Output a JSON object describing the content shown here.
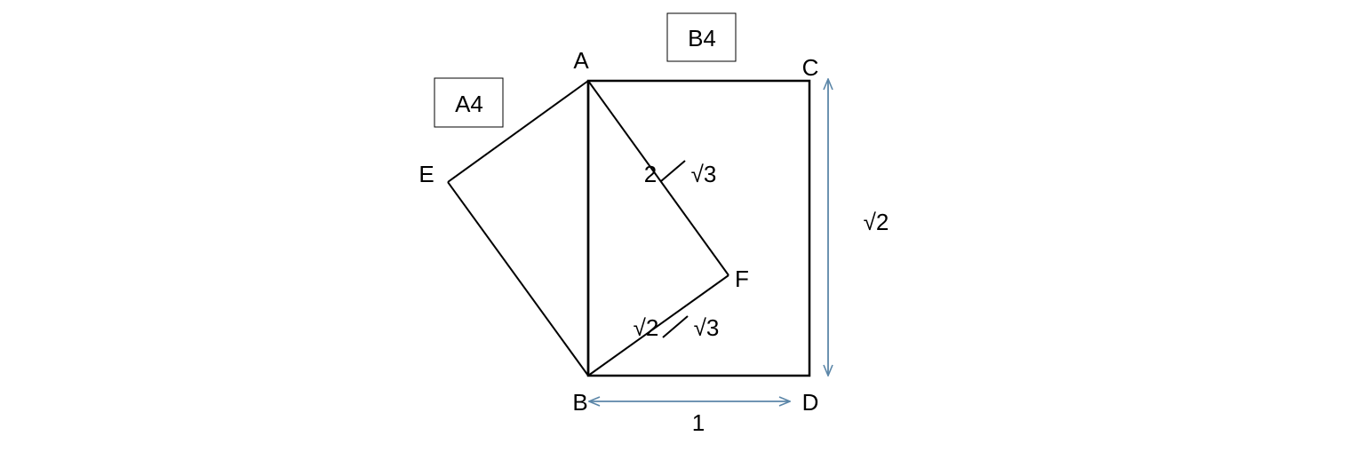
{
  "labels": {
    "point_a": "A",
    "point_b": "B",
    "point_c": "C",
    "point_d": "D",
    "point_e": "E",
    "point_f": "F",
    "box_b4": "B4",
    "box_a4": "A4",
    "side_label_af": "2",
    "side_label_af_alt": "√3",
    "side_label_bf": "√2",
    "side_label_bf_alt": "√3",
    "dim_height": "√2",
    "dim_width": "1"
  },
  "colors": {
    "line": "#000000",
    "dimension_arrow": "#5b86a8"
  }
}
